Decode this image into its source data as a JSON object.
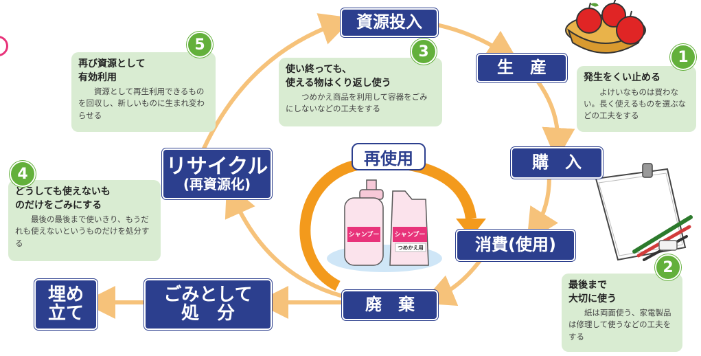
{
  "stages": {
    "input": "資源投入",
    "production": "生　産",
    "purchase": "購　入",
    "consumption": "消費(使用)",
    "disposal": "廃　棄",
    "dispose_line1": "ごみとして",
    "dispose_line2": "処　分",
    "landfill_line1": "埋め",
    "landfill_line2": "立て",
    "recycle_line1": "リサイクル",
    "recycle_line2": "(再資源化)"
  },
  "reuse_label": "再使用",
  "bottle_labels": {
    "left": "シャンプー",
    "right": "シャンプー",
    "right_sub": "つめかえ用"
  },
  "callouts": [
    {
      "num": "1",
      "title": "発生をくい止める",
      "body": "よけいなものは買わない。長く使えるものを選ぶなどの工夫をする"
    },
    {
      "num": "2",
      "title": "最後まで\n大切に使う",
      "body": "紙は両面使う、家電製品は修理して使うなどの工夫をする"
    },
    {
      "num": "3",
      "title": "使い終っても、\n使える物はくり返し使う",
      "body": "つめかえ商品を利用して容器をごみにしないなどの工夫をする"
    },
    {
      "num": "4",
      "title": "どうしても使えないも\nのだけをごみにする",
      "body": "最後の最後まで使いきり、もうだれも使えないというものだけを処分する"
    },
    {
      "num": "5",
      "title": "再び資源として\n有効利用",
      "body": "資源として再生利用できるものを回収し、新しいものに生まれ変わらせる"
    }
  ],
  "colors": {
    "stage_bg": "#2c3f8e",
    "callout_bg": "#d9ecd2",
    "number_badge": "#63b03b",
    "cycle_arrow": "#f6c27a",
    "reuse_arrow": "#f39a1c"
  },
  "icons": [
    "apple-basket-icon",
    "notepad-and-pencils-icon",
    "shampoo-bottle-icon",
    "refill-pack-icon"
  ]
}
